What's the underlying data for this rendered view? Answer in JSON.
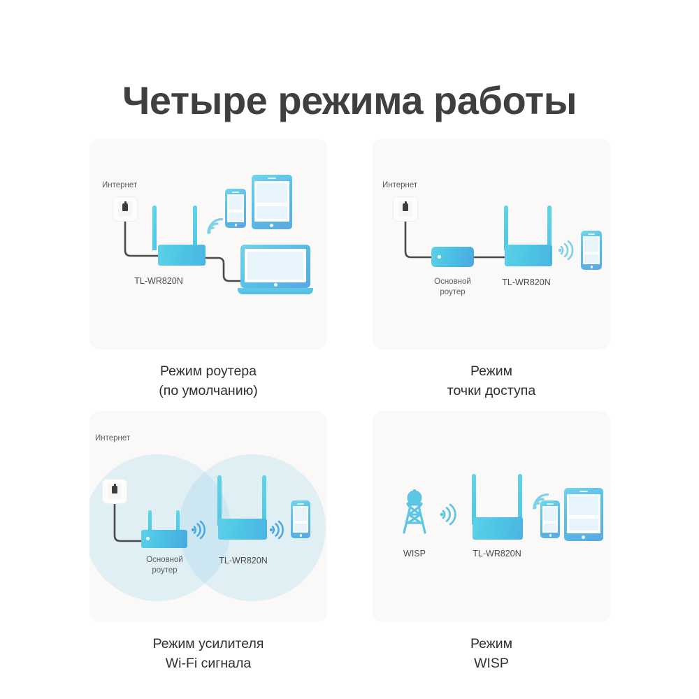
{
  "page": {
    "title": "Четыре режима работы",
    "background_color": "#ffffff",
    "title_color": "#3f3f3f",
    "panel_background": "#faf9f8",
    "accent_color": "#4fc6e6",
    "accent_dark": "#49a8e0",
    "coverage_color": "#85cbe6",
    "cable_color": "#4a4a4a"
  },
  "modes": [
    {
      "id": "router-mode",
      "caption_lines": [
        "Режим роутера",
        "(по умолчанию)"
      ],
      "source_label": "Интернет",
      "device_label": "TL-WR820N",
      "clients": [
        "phone",
        "tablet",
        "laptop"
      ],
      "wifi_icons": 1,
      "coverage_circles": 0
    },
    {
      "id": "access-point-mode",
      "caption_lines": [
        "Режим",
        "точки доступа"
      ],
      "source_label": "Интернет",
      "upstream_label_lines": [
        "Основной",
        "роутер"
      ],
      "device_label": "TL-WR820N",
      "clients": [
        "phone"
      ],
      "wifi_icons": 1,
      "coverage_circles": 0
    },
    {
      "id": "range-extender-mode",
      "caption_lines": [
        "Режим усилителя",
        "Wi-Fi сигнала"
      ],
      "source_label": "Интернет",
      "upstream_label_lines": [
        "Основной",
        "роутер"
      ],
      "device_label": "TL-WR820N",
      "clients": [
        "phone"
      ],
      "wifi_icons": 2,
      "coverage_circles": 2
    },
    {
      "id": "wisp-mode",
      "caption_lines": [
        "Режим",
        "WISP"
      ],
      "source_label": "WISP",
      "device_label": "TL-WR820N",
      "clients": [
        "phone",
        "tablet"
      ],
      "wifi_icons": 2,
      "coverage_circles": 0
    }
  ]
}
